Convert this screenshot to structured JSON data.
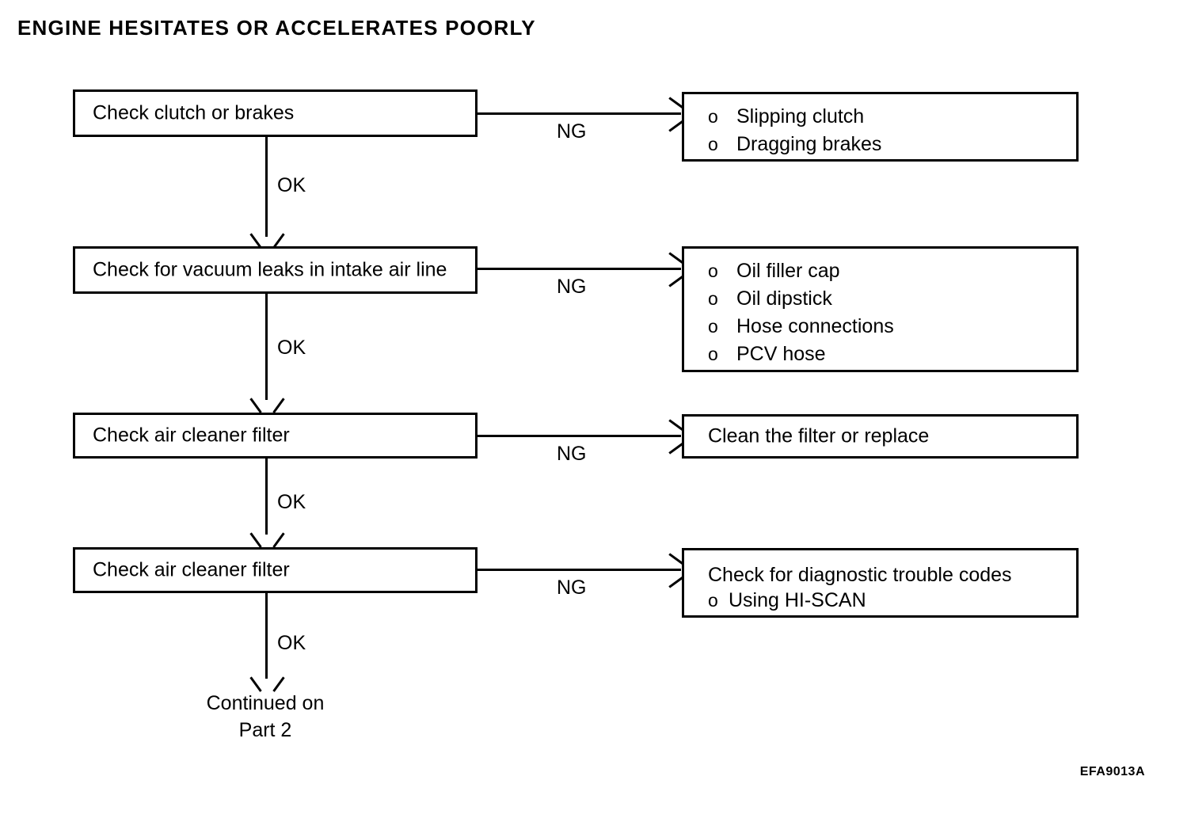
{
  "title": "ENGINE HESITATES OR ACCELERATES POORLY",
  "figure_id": "EFA9013A",
  "colors": {
    "ink": "#000000",
    "paper": "#ffffff"
  },
  "labels": {
    "ng": "NG",
    "ok": "OK",
    "bullet": "o"
  },
  "flow": {
    "steps": [
      {
        "id": "step-1",
        "check": "Check clutch or brakes",
        "ng_label": "NG",
        "ok_label": "OK",
        "result": {
          "heading": null,
          "items": [
            "Slipping clutch",
            "Dragging brakes"
          ]
        }
      },
      {
        "id": "step-2",
        "check": "Check for vacuum leaks in intake air line",
        "ng_label": "NG",
        "ok_label": "OK",
        "result": {
          "heading": null,
          "items": [
            "Oil filler cap",
            "Oil dipstick",
            "Hose connections",
            "PCV hose"
          ]
        }
      },
      {
        "id": "step-3",
        "check": "Check air cleaner filter",
        "ng_label": "NG",
        "ok_label": "OK",
        "result": {
          "heading": "Clean the filter or replace",
          "items": []
        }
      },
      {
        "id": "step-4",
        "check": "Check air cleaner filter",
        "ng_label": "NG",
        "ok_label": "OK",
        "result": {
          "heading": "Check for diagnostic trouble codes",
          "items": [
            "Using HI-SCAN"
          ]
        }
      }
    ],
    "terminal": {
      "line1": "Continued on",
      "line2": "Part 2"
    }
  }
}
